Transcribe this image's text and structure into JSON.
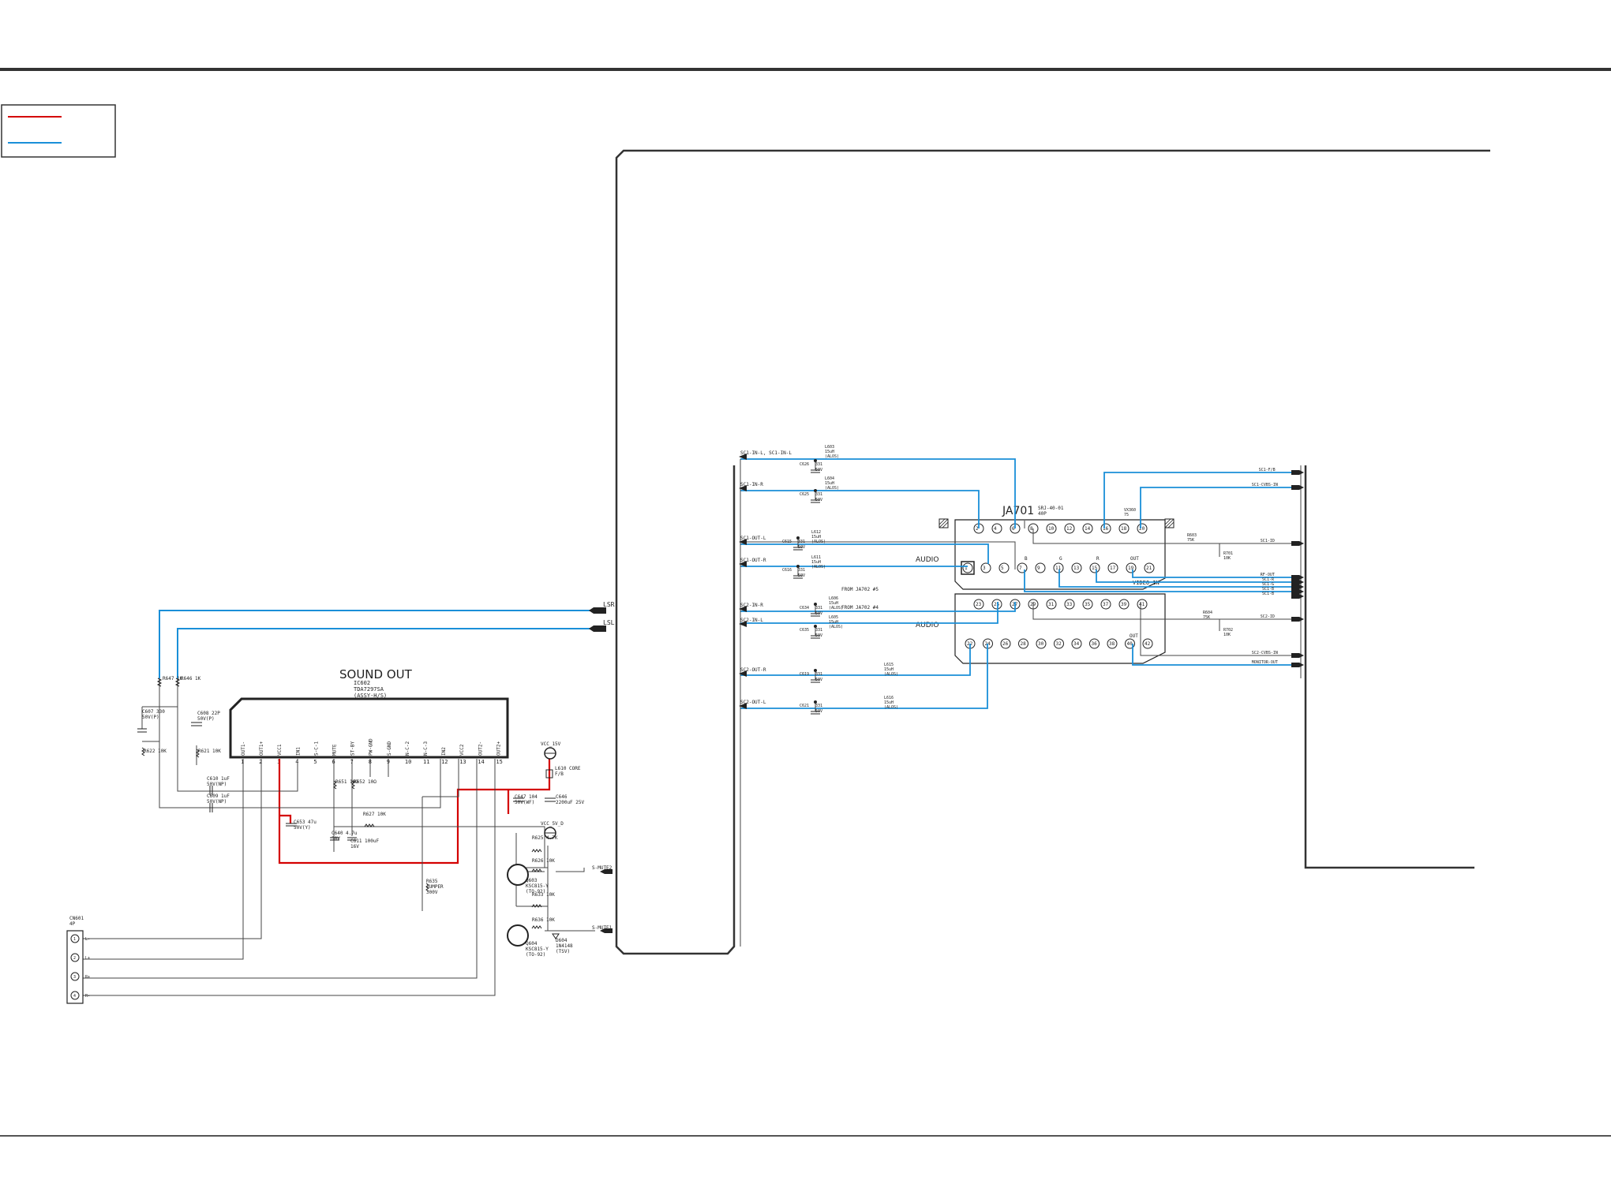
{
  "legend": {
    "line_colors": [
      "#d40000",
      "#1a8fd8"
    ]
  },
  "colors": {
    "signal_red": "#d40000",
    "signal_blue": "#1a8fd8",
    "wire": "#222222"
  },
  "sound_out": {
    "title": "SOUND OUT",
    "ic_ref": "IC602",
    "ic_part": "TDA7297SA",
    "ic_note": "(ASSY-H/S)",
    "pin_numbers": [
      "1",
      "2",
      "3",
      "4",
      "5",
      "6",
      "7",
      "8",
      "9",
      "10",
      "11",
      "12",
      "13",
      "14",
      "15"
    ],
    "pin_names": [
      "OUT1-",
      "OUT1+",
      "VCC1",
      "IN1",
      "S-C-1",
      "MUTE",
      "ST-BY",
      "PW-GND",
      "S-GND",
      "N-C-2",
      "N-C-3",
      "IN2",
      "VCC2",
      "OUT2-",
      "OUT2+"
    ],
    "parts": [
      "R647 1K",
      "R646 1K",
      "C607 330 50V(P)",
      "C608 22P 50V(P)",
      "R622 10K",
      "R621 10K",
      "C610 1uF 50V(NP)",
      "C609 1uF 50V(NP)",
      "C653 47u 50V(Y)",
      "R651 10Ω",
      "R652 10Ω",
      "C640 4.7u 50V",
      "C611 100uF 16V",
      "R627 10K",
      "C647 104 50V(WF)",
      "C646 2200uF 25V",
      "L610 CORE F/B",
      "R625 4.7K",
      "R626 10K",
      "Q603 KSC815-Y (TO-92)",
      "R633 10K",
      "R636 10K",
      "Q604 KSC815-Y (TO-92)",
      "D604 1N4148 (TSV)",
      "R635 JUMPER 300V"
    ],
    "vcc1": "VCC_15V",
    "vcc2": "VCC_5V_D",
    "mute_labels": [
      "S-MUTE2",
      "S-MUTE1"
    ]
  },
  "cn_connector": {
    "ref": "CN601",
    "note": "4P",
    "pins": [
      "1",
      "2",
      "3",
      "4"
    ],
    "signals": [
      "L-",
      "L+",
      "R+",
      "R-"
    ]
  },
  "bus_labels": {
    "lsr": "LSR",
    "lsl": "LSL"
  },
  "scart": {
    "ref": "JA701",
    "part": "SRJ-40-01",
    "pins_note": "40P",
    "audio_label": "AUDIO",
    "video_in_label": "VIDEO IN",
    "from_labels": [
      "FROM JA702 #5",
      "FROM JA702 #4"
    ],
    "row1_pins": [
      "2",
      "4",
      "6",
      "8",
      "10",
      "12",
      "14",
      "16",
      "18",
      "20"
    ],
    "row2_pins": [
      "1",
      "3",
      "5",
      "7",
      "9",
      "11",
      "13",
      "15",
      "17",
      "19",
      "21"
    ],
    "row3_pins": [
      "23",
      "25",
      "27",
      "29",
      "31",
      "33",
      "35",
      "37",
      "39",
      "41"
    ],
    "row4_pins": [
      "22",
      "24",
      "26",
      "28",
      "30",
      "32",
      "34",
      "36",
      "38",
      "40",
      "42"
    ],
    "rgb_marks": [
      "B",
      "G",
      "R",
      "OUT"
    ],
    "left_signals": [
      "SC1-IN-L, SC1-IN-L",
      "SC1-IN-R",
      "SC1-OUT-L",
      "SC1-OUT-R",
      "SC2-IN-R",
      "SC2-IN-L",
      "SC2-OUT-R",
      "SC2-OUT-L"
    ],
    "right_signals": [
      "SC1-F/B",
      "SC1-CVBS-IN",
      "SC1-ID",
      "RF-OUT",
      "SC1-R",
      "SC1-G",
      "SC1-B",
      "SC1-B",
      "SC2-ID",
      "SC2-CVBS-IN",
      "MONITOR-OUT"
    ],
    "inductors": [
      "L603 15uH (ALOS)",
      "L604 15uH (ALOS)",
      "L612 15uH (ALOS)",
      "L611 15uH (ALOS)",
      "L606 15uH (ALOS)",
      "L605 15uH (ALOS)",
      "L615 15uH (ALOS)",
      "L616 15uH (ALOS)"
    ],
    "caps": [
      "C626 331 50V",
      "C625 331 50V",
      "C615 331 50V",
      "C616 331 50V",
      "C634 331 50V",
      "C635 331 50V",
      "C619 331 50V",
      "C621 331 50V"
    ],
    "resistors": [
      "R603 75K",
      "R701 10K",
      "R604 75K",
      "R702 10K",
      "VX360 75"
    ]
  }
}
